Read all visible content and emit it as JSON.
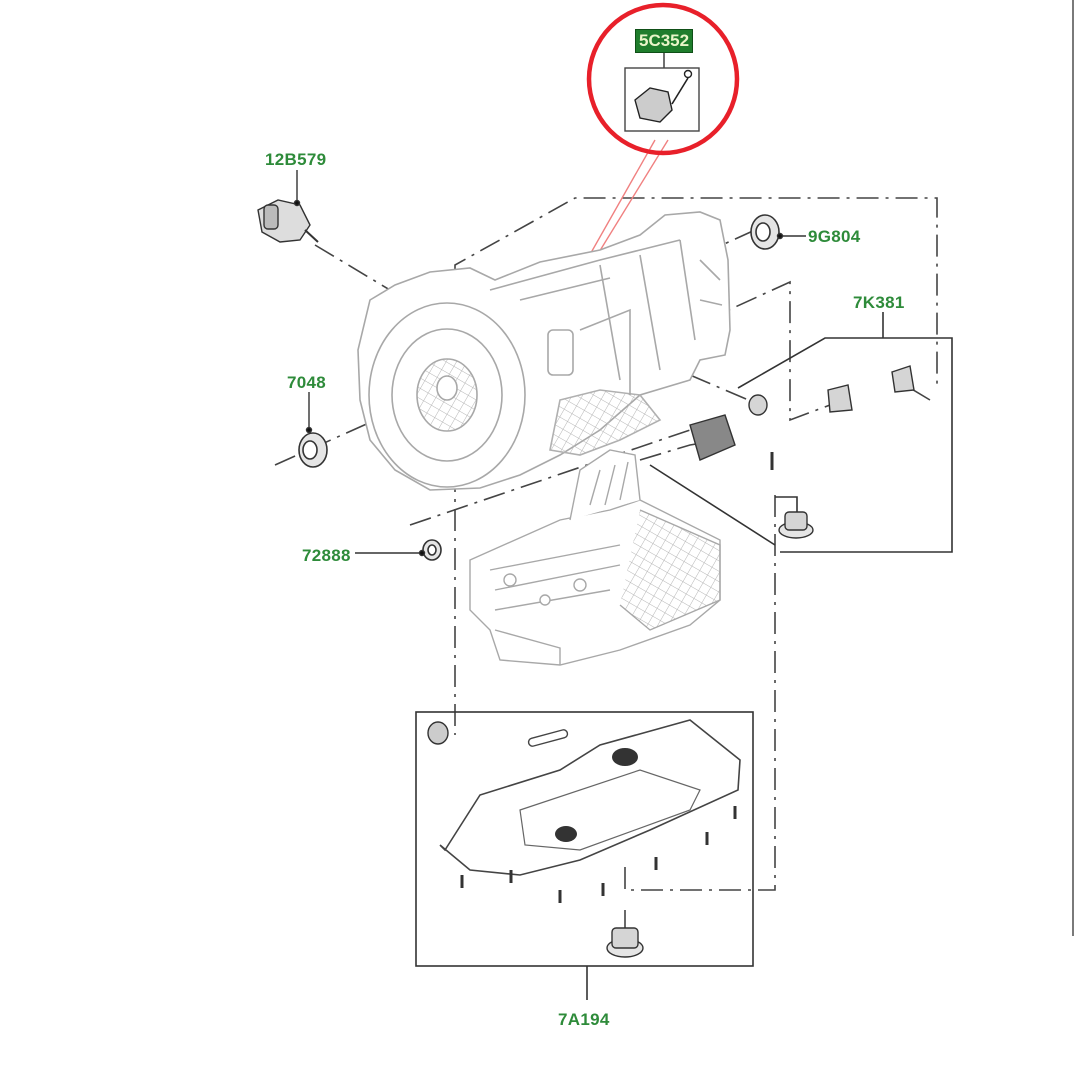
{
  "diagram": {
    "title": "Automatic transmission exploded parts diagram",
    "callouts": {
      "highlighted": "5C352",
      "c1": "12B579",
      "c2": "9G804",
      "c3": "7K381",
      "c4": "7048",
      "c5": "72888",
      "c6": "7A194"
    },
    "colors": {
      "label_text": "#2e8b3a",
      "highlight_fill": "#1f7d2c",
      "highlight_ring": "#e8202a",
      "pointer_lines": "#f08080",
      "line_art": "#9a9a9a",
      "leader": "#333333"
    }
  }
}
